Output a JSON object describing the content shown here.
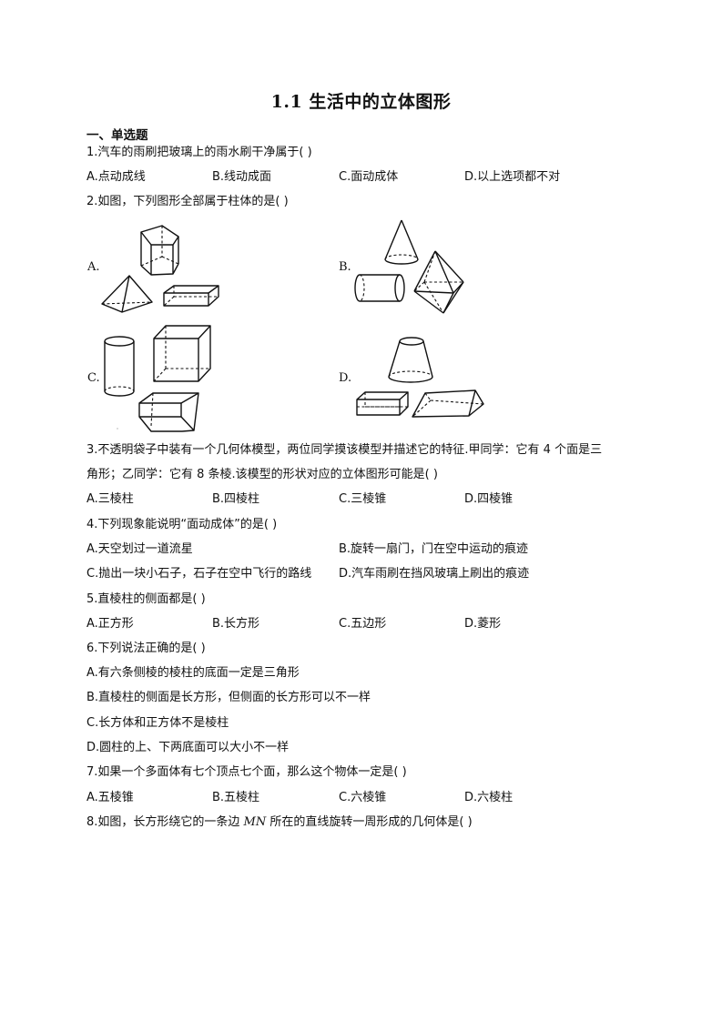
{
  "title": "1.1 生活中的立体图形",
  "section": "一、单选题",
  "questions": [
    {
      "stem": "1.汽车的雨刷把玻璃上的雨水刷干净属于(   )",
      "options": [
        "A.点动成线",
        "B.线动成面",
        "C.面动成体",
        "D.以上选项都不对"
      ]
    },
    {
      "stem": "2.如图，下列图形全部属于柱体的是(   )",
      "figure_labels": [
        "A.",
        "B.",
        "C.",
        "D."
      ],
      "figures": {
        "A": [
          "pentagonal-prism",
          "square-pyramid",
          "rectangular-box"
        ],
        "B": [
          "cone",
          "cylinder",
          "octahedron"
        ],
        "C": [
          "cylinder",
          "cube",
          "quadrilateral-prism"
        ],
        "D": [
          "frustum",
          "rectangular-box",
          "triangular-prism"
        ]
      }
    },
    {
      "stem_line1": "3.不透明袋子中装有一个几何体模型，两位同学摸该模型并描述它的特征.甲同学：它有 4 个面是三",
      "stem_line2": "角形；乙同学：它有 8 条棱.该模型的形状对应的立体图形可能是(   )",
      "options": [
        "A.三棱柱",
        "B.四棱柱",
        "C.三棱锥",
        "D.四棱锥"
      ]
    },
    {
      "stem": "4.下列现象能说明“面动成体”的是(   )",
      "options": [
        "A.天空划过一道流星",
        "B.旋转一扇门，门在空中运动的痕迹",
        "C.抛出一块小石子，石子在空中飞行的路线",
        "D.汽车雨刷在挡风玻璃上刷出的痕迹"
      ]
    },
    {
      "stem": "5.直棱柱的侧面都是(   )",
      "options": [
        "A.正方形",
        "B.长方形",
        "C.五边形",
        "D.菱形"
      ]
    },
    {
      "stem": "6.下列说法正确的是(   )",
      "options": [
        "A.有六条侧棱的棱柱的底面一定是三角形",
        "B.直棱柱的侧面是长方形，但侧面的长方形可以不一样",
        "C.长方体和正方体不是棱柱",
        "D.圆柱的上、下两底面可以大小不一样"
      ]
    },
    {
      "stem": "7.如果一个多面体有七个顶点七个面，那么这个物体一定是(   )",
      "options": [
        "A.五棱锥",
        "B.五棱柱",
        "C.六棱锥",
        "D.六棱柱"
      ]
    },
    {
      "stem_before": "8.如图，长方形绕它的一条边 ",
      "stem_var": "MN",
      "stem_after": " 所在的直线旋转一周形成的几何体是(   )"
    }
  ]
}
